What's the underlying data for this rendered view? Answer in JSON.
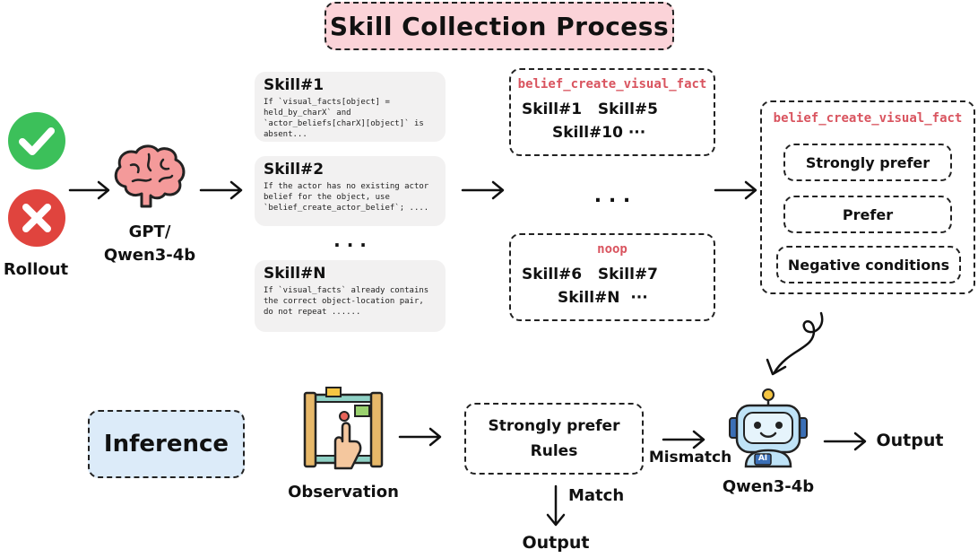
{
  "title": "Skill Collection Process",
  "rollout_label": "Rollout",
  "model_label": "GPT/\nQwen3-4b",
  "skills": [
    {
      "title": "Skill#1",
      "text": "If `visual_facts[object] = held_by_charX` and `actor_beliefs[charX][object]` is absent..."
    },
    {
      "title": "Skill#2",
      "text": "If the actor has no existing actor belief for the object, use `belief_create_actor_belief`; ...."
    },
    {
      "title": "Skill#N",
      "text": "If `visual_facts` already contains the correct object-location pair, do not repeat ......"
    }
  ],
  "ellipsis": ". . .",
  "groups": [
    {
      "name": "belief_create_visual_fact",
      "line1": "Skill#1   Skill#5",
      "line2": "Skill#10 ···"
    },
    {
      "name": "noop",
      "line1": "Skill#6   Skill#7",
      "line2": "Skill#N  ···"
    }
  ],
  "final": {
    "name": "belief_create_visual_fact",
    "rules": [
      "Strongly prefer",
      "Prefer",
      "Negative conditions"
    ]
  },
  "inference": {
    "label": "Inference",
    "observation": "Observation",
    "rules_box": "Strongly prefer\nRules",
    "match": "Match",
    "mismatch": "Mismatch",
    "output_match": "Output",
    "model": "Qwen3-4b",
    "output_model": "Output",
    "robot_badge": "AI"
  },
  "colors": {
    "title_bg": "#fbd3d8",
    "inference_bg": "#dcebf9",
    "accent_red": "#d9545f",
    "check_green": "#3cc05a",
    "cross_red": "#e0443e"
  }
}
